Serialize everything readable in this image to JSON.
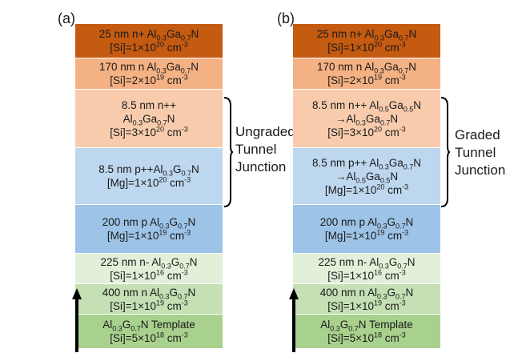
{
  "panels": [
    {
      "label": "(a)",
      "junction_label": [
        "Ungraded",
        "Tunnel",
        "Junction"
      ],
      "layers": [
        {
          "color": "#c55a11",
          "lines": [
            [
              [
                "25 nm n+ Al"
              ],
              [
                "0.3",
                "sub"
              ],
              [
                "Ga"
              ],
              [
                "0.7",
                "sub"
              ],
              [
                "N"
              ]
            ],
            [
              [
                "[Si]=1×10"
              ],
              [
                "20",
                "sup"
              ],
              [
                " cm"
              ],
              [
                "-3",
                "sup"
              ]
            ]
          ]
        },
        {
          "color": "#f4b183",
          "lines": [
            [
              [
                "170 nm n Al"
              ],
              [
                "0.3",
                "sub"
              ],
              [
                "Ga"
              ],
              [
                "0.7",
                "sub"
              ],
              [
                "N"
              ]
            ],
            [
              [
                "[Si]=2×10"
              ],
              [
                "19",
                "sup"
              ],
              [
                " cm"
              ],
              [
                "-3",
                "sup"
              ]
            ]
          ]
        },
        {
          "color": "#f8cbad",
          "lines": [
            [
              [
                "8.5 nm n++"
              ]
            ],
            [
              [
                "Al"
              ],
              [
                "0.3",
                "sub"
              ],
              [
                "Ga"
              ],
              [
                "0.7",
                "sub"
              ],
              [
                "N"
              ]
            ],
            [
              [
                "[Si]=3×10"
              ],
              [
                "20",
                "sup"
              ],
              [
                " cm"
              ],
              [
                "-3",
                "sup"
              ]
            ]
          ]
        },
        {
          "color": "#bdd7ee",
          "lines": [
            [
              [
                "8.5 nm p++Al"
              ],
              [
                "0.3",
                "sub"
              ],
              [
                "G"
              ],
              [
                "0.7",
                "sub"
              ],
              [
                "N"
              ]
            ],
            [
              [
                "[Mg]=1×10"
              ],
              [
                "20",
                "sup"
              ],
              [
                " cm"
              ],
              [
                "-3",
                "sup"
              ]
            ]
          ]
        },
        {
          "color": "#9dc3e6",
          "lines": [
            [
              [
                "200 nm p Al"
              ],
              [
                "0.3",
                "sub"
              ],
              [
                "G"
              ],
              [
                "0.7",
                "sub"
              ],
              [
                "N"
              ]
            ],
            [
              [
                "[Mg]=1×10"
              ],
              [
                "19",
                "sup"
              ],
              [
                " cm"
              ],
              [
                "-3",
                "sup"
              ]
            ]
          ]
        },
        {
          "color": "#e2f0d9",
          "lines": [
            [
              [
                "225 nm n- Al"
              ],
              [
                "0.3",
                "sub"
              ],
              [
                "G"
              ],
              [
                "0.7",
                "sub"
              ],
              [
                "N"
              ]
            ],
            [
              [
                "[Si]=1×10"
              ],
              [
                "16",
                "sup"
              ],
              [
                " cm"
              ],
              [
                "-3",
                "sup"
              ]
            ]
          ]
        },
        {
          "color": "#c5e0b4",
          "lines": [
            [
              [
                "400 nm n Al"
              ],
              [
                "0.3",
                "sub"
              ],
              [
                "G"
              ],
              [
                "0.7",
                "sub"
              ],
              [
                "N"
              ]
            ],
            [
              [
                "[Si]=1×10"
              ],
              [
                "19",
                "sup"
              ],
              [
                " cm"
              ],
              [
                "-3",
                "sup"
              ]
            ]
          ]
        },
        {
          "color": "#a9d18e",
          "lines": [
            [
              [
                "Al"
              ],
              [
                "0.3",
                "sub"
              ],
              [
                "G"
              ],
              [
                "0.7",
                "sub"
              ],
              [
                "N Template"
              ]
            ],
            [
              [
                "[Si]=5×10"
              ],
              [
                "18",
                "sup"
              ],
              [
                " cm"
              ],
              [
                "-3",
                "sup"
              ]
            ]
          ]
        }
      ]
    },
    {
      "label": "(b)",
      "junction_label": [
        "Graded",
        "Tunnel",
        "Junction"
      ],
      "layers": [
        {
          "color": "#c55a11",
          "lines": [
            [
              [
                "25 nm n+ Al"
              ],
              [
                "0.3",
                "sub"
              ],
              [
                "Ga"
              ],
              [
                "0.7",
                "sub"
              ],
              [
                "N"
              ]
            ],
            [
              [
                "[Si]=1×10"
              ],
              [
                "20",
                "sup"
              ],
              [
                " cm"
              ],
              [
                "-3",
                "sup"
              ]
            ]
          ]
        },
        {
          "color": "#f4b183",
          "lines": [
            [
              [
                "170 nm n Al"
              ],
              [
                "0.3",
                "sub"
              ],
              [
                "Ga"
              ],
              [
                "0.7",
                "sub"
              ],
              [
                "N"
              ]
            ],
            [
              [
                "[Si]=2×10"
              ],
              [
                "19",
                "sup"
              ],
              [
                " cm"
              ],
              [
                "-3",
                "sup"
              ]
            ]
          ]
        },
        {
          "color": "#f8cbad",
          "lines": [
            [
              [
                "8.5 nm n++ Al"
              ],
              [
                "0.5",
                "sub"
              ],
              [
                "Ga"
              ],
              [
                "0.5",
                "sub"
              ],
              [
                "N"
              ]
            ],
            [
              [
                "→Al"
              ],
              [
                "0.3",
                "sub"
              ],
              [
                "Ga"
              ],
              [
                "0.7",
                "sub"
              ],
              [
                "N"
              ]
            ],
            [
              [
                "[Si]=3×10"
              ],
              [
                "20",
                "sup"
              ],
              [
                " cm"
              ],
              [
                "-3",
                "sup"
              ]
            ]
          ]
        },
        {
          "color": "#bdd7ee",
          "lines": [
            [
              [
                "8.5 nm p++ Al"
              ],
              [
                "0.3",
                "sub"
              ],
              [
                "Ga"
              ],
              [
                "0.7",
                "sub"
              ],
              [
                "N"
              ]
            ],
            [
              [
                "→Al"
              ],
              [
                "0.5",
                "sub"
              ],
              [
                "Ga"
              ],
              [
                "0.5",
                "sub"
              ],
              [
                "N"
              ]
            ],
            [
              [
                "[Mg]=1×10"
              ],
              [
                "20",
                "sup"
              ],
              [
                " cm"
              ],
              [
                "-3",
                "sup"
              ]
            ]
          ]
        },
        {
          "color": "#9dc3e6",
          "lines": [
            [
              [
                "200 nm p Al"
              ],
              [
                "0.3",
                "sub"
              ],
              [
                "G"
              ],
              [
                "0.7",
                "sub"
              ],
              [
                "N"
              ]
            ],
            [
              [
                "[Mg]=1×10"
              ],
              [
                "19",
                "sup"
              ],
              [
                " cm"
              ],
              [
                "-3",
                "sup"
              ]
            ]
          ]
        },
        {
          "color": "#e2f0d9",
          "lines": [
            [
              [
                "225 nm n- Al"
              ],
              [
                "0.3",
                "sub"
              ],
              [
                "G"
              ],
              [
                "0.7",
                "sub"
              ],
              [
                "N"
              ]
            ],
            [
              [
                "[Si]=1×10"
              ],
              [
                "16",
                "sup"
              ],
              [
                " cm"
              ],
              [
                "-3",
                "sup"
              ]
            ]
          ]
        },
        {
          "color": "#c5e0b4",
          "lines": [
            [
              [
                "400 nm n Al"
              ],
              [
                "0.3",
                "sub"
              ],
              [
                "G"
              ],
              [
                "0.7",
                "sub"
              ],
              [
                "N"
              ]
            ],
            [
              [
                "[Si]=1×10"
              ],
              [
                "19",
                "sup"
              ],
              [
                " cm"
              ],
              [
                "-3",
                "sup"
              ]
            ]
          ]
        },
        {
          "color": "#a9d18e",
          "lines": [
            [
              [
                "Al"
              ],
              [
                "0.3",
                "sub"
              ],
              [
                "G"
              ],
              [
                "0.7",
                "sub"
              ],
              [
                "N Template"
              ]
            ],
            [
              [
                "[Si]=5×10"
              ],
              [
                "18",
                "sup"
              ],
              [
                " cm"
              ],
              [
                "-3",
                "sup"
              ]
            ]
          ]
        }
      ]
    }
  ]
}
